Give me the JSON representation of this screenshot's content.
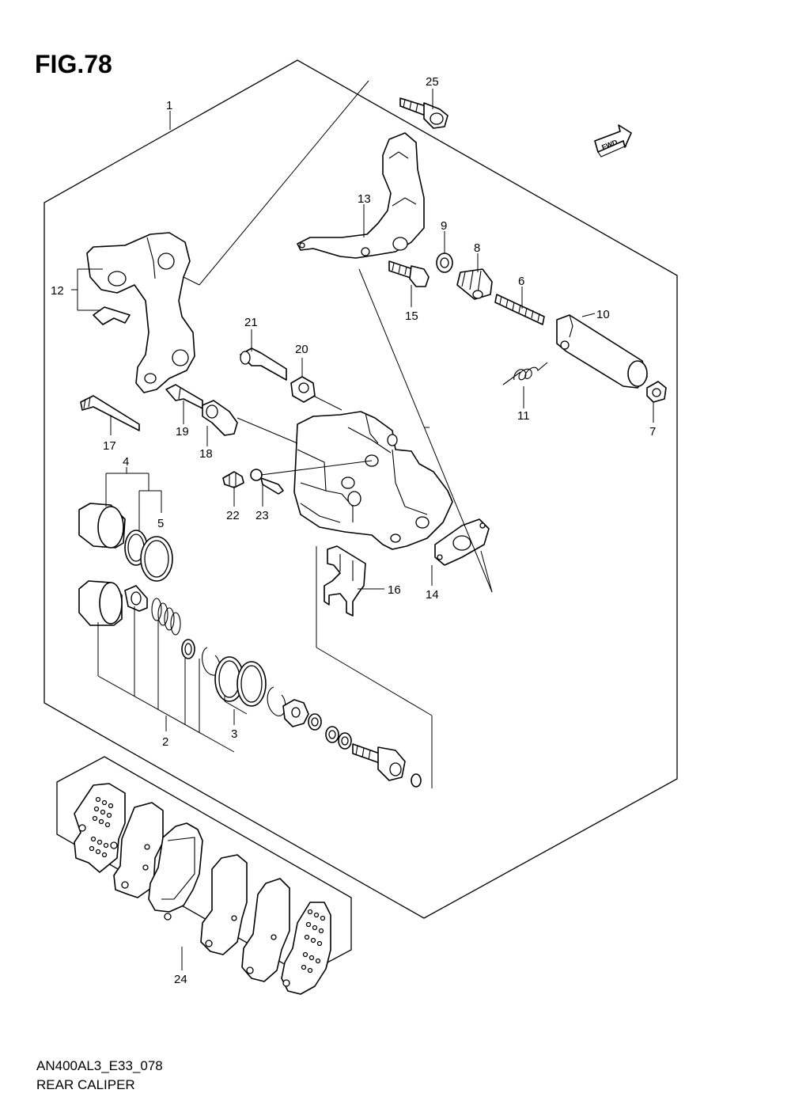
{
  "figure": {
    "title": "FIG.78",
    "code": "AN400AL3_E33_078",
    "name": "REAR CALIPER",
    "fwd_label": "FWD"
  },
  "callouts": [
    {
      "id": "1",
      "text": "1"
    },
    {
      "id": "2",
      "text": "2"
    },
    {
      "id": "3",
      "text": "3"
    },
    {
      "id": "4",
      "text": "4"
    },
    {
      "id": "5",
      "text": "5"
    },
    {
      "id": "6",
      "text": "6"
    },
    {
      "id": "7",
      "text": "7"
    },
    {
      "id": "8",
      "text": "8"
    },
    {
      "id": "9",
      "text": "9"
    },
    {
      "id": "10",
      "text": "10"
    },
    {
      "id": "11",
      "text": "11"
    },
    {
      "id": "12",
      "text": "12"
    },
    {
      "id": "13",
      "text": "13"
    },
    {
      "id": "14",
      "text": "14"
    },
    {
      "id": "15",
      "text": "15"
    },
    {
      "id": "16",
      "text": "16"
    },
    {
      "id": "17",
      "text": "17"
    },
    {
      "id": "18",
      "text": "18"
    },
    {
      "id": "19",
      "text": "19"
    },
    {
      "id": "20",
      "text": "20"
    },
    {
      "id": "21",
      "text": "21"
    },
    {
      "id": "22",
      "text": "22"
    },
    {
      "id": "23",
      "text": "23"
    },
    {
      "id": "24",
      "text": "24"
    },
    {
      "id": "25",
      "text": "25"
    }
  ]
}
